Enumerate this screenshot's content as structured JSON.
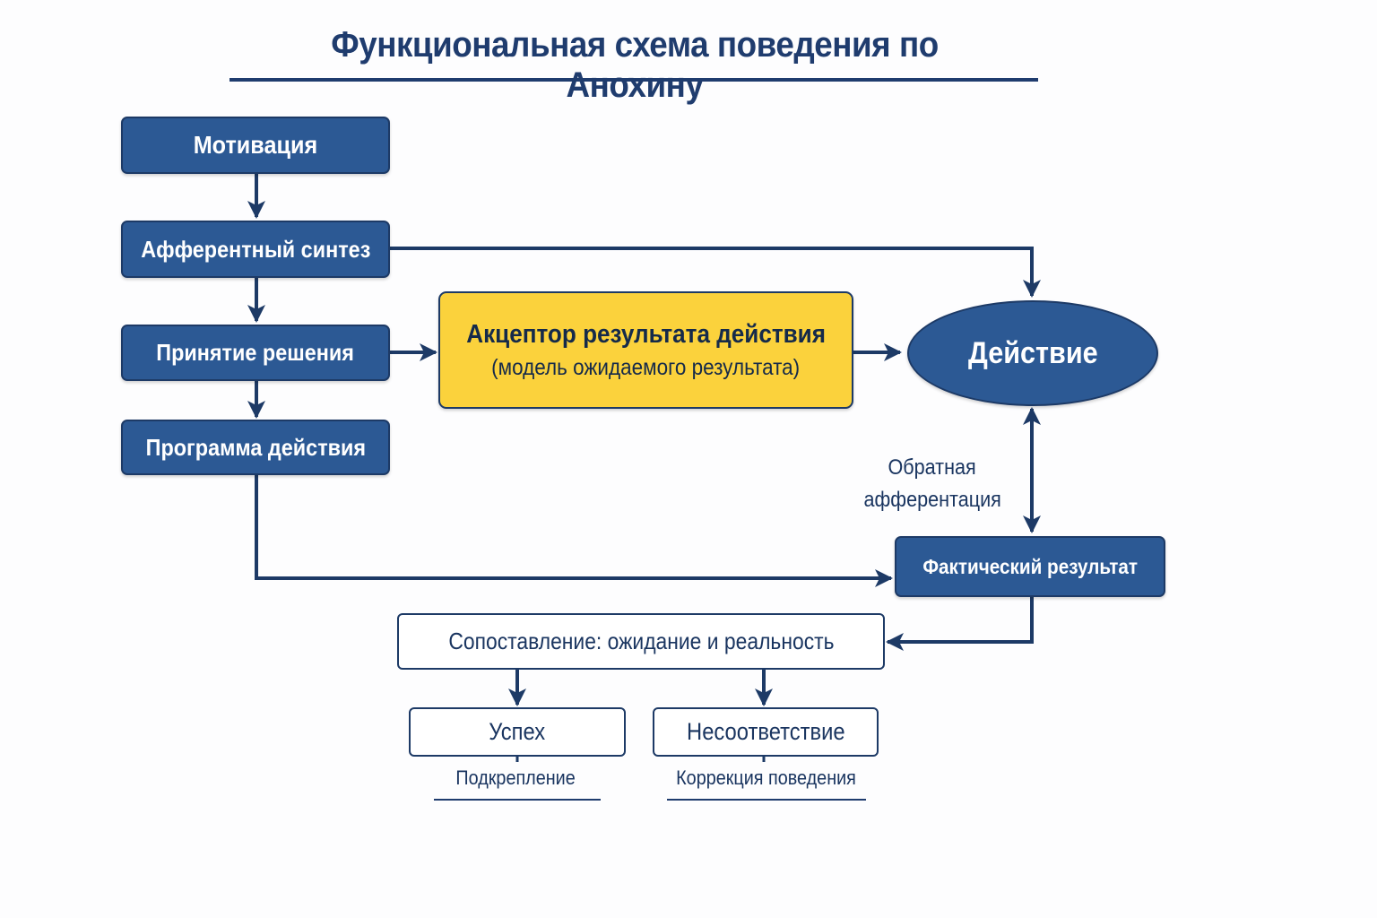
{
  "title": "Функциональная схема поведения по Анохину",
  "colors": {
    "primary_blue": "#2c5994",
    "dark_navy": "#1d3a66",
    "accent_yellow": "#fbd23c",
    "title_color": "#1f3c6e",
    "background": "#fdfdfe"
  },
  "nodes": {
    "motivation": "Мотивация",
    "afferent_synthesis": "Афферентный синтез",
    "decision_making": "Принятие решения",
    "action_program": "Программа действия",
    "acceptor": {
      "line1": "Акцептор результата действия",
      "line2": "(модель ожидаемого результата)"
    },
    "action": "Действие",
    "actual_result": "Фактический результат",
    "comparison": "Сопоставление: ожидание и реальность",
    "success": "Успех",
    "mismatch": "Несоответствие"
  },
  "labels": {
    "feedback_line1": "Обратная",
    "feedback_line2": "афферентация",
    "reinforcement": "Подкрепление",
    "behavior_correction": "Коррекция поведения"
  },
  "edges": [
    {
      "from": "Мотивация",
      "to": "Афферентный синтез"
    },
    {
      "from": "Афферентный синтез",
      "to": "Принятие решения"
    },
    {
      "from": "Афферентный синтез",
      "to": "Действие"
    },
    {
      "from": "Принятие решения",
      "to": "Программа действия"
    },
    {
      "from": "Принятие решения",
      "to": "Акцептор результата действия"
    },
    {
      "from": "Акцептор результата действия",
      "to": "Действие"
    },
    {
      "from": "Действие",
      "to": "Фактический результат",
      "bidirectional": true,
      "label": "Обратная афферентация"
    },
    {
      "from": "Программа действия",
      "to": "Фактический результат"
    },
    {
      "from": "Фактический результат",
      "to": "Сопоставление: ожидание и реальность"
    },
    {
      "from": "Сопоставление: ожидание и реальность",
      "to": "Успех"
    },
    {
      "from": "Сопоставление: ожидание и реальность",
      "to": "Несоответствие"
    },
    {
      "from": "Успех",
      "to": "Подкрепление"
    },
    {
      "from": "Несоответствие",
      "to": "Коррекция поведения"
    }
  ]
}
